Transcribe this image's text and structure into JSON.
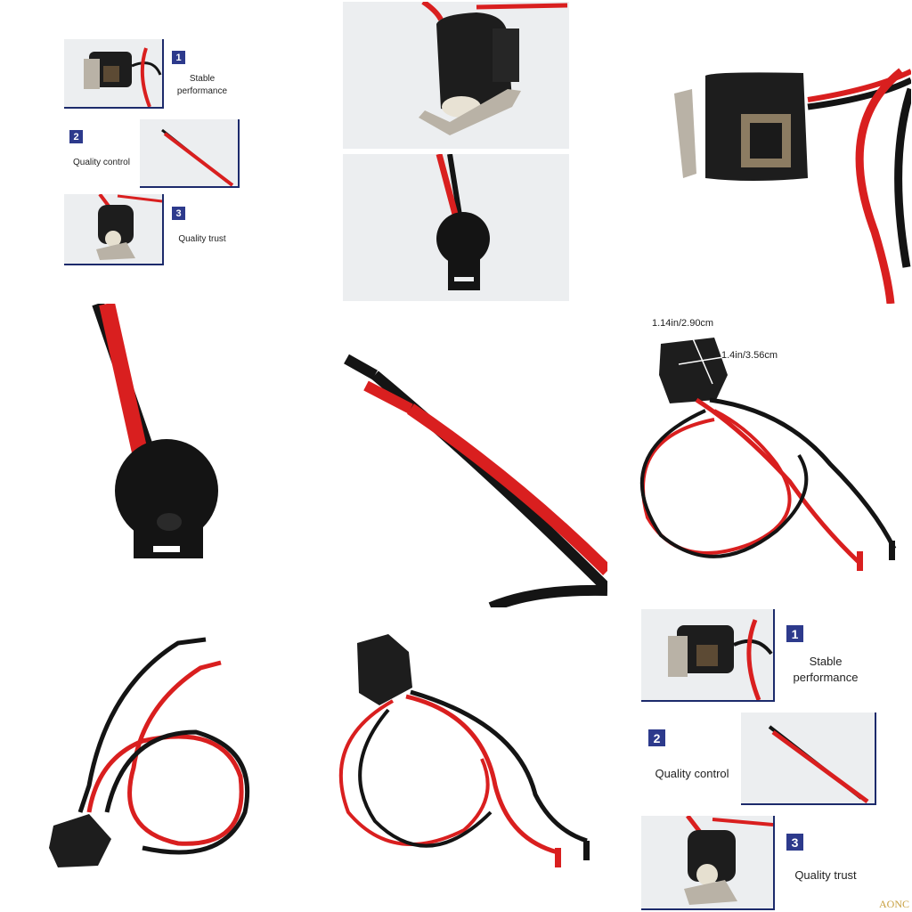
{
  "features_small": {
    "items": [
      {
        "num": "1",
        "label_lines": [
          "Stable",
          "performance"
        ]
      },
      {
        "num": "2",
        "label_lines": [
          "Quality control"
        ]
      },
      {
        "num": "3",
        "label_lines": [
          "Quality trust"
        ]
      }
    ]
  },
  "features_large": {
    "items": [
      {
        "num": "1",
        "label_lines": [
          "Stable",
          "performance"
        ]
      },
      {
        "num": "2",
        "label_lines": [
          "Quality control"
        ]
      },
      {
        "num": "3",
        "label_lines": [
          "Quality trust"
        ]
      }
    ]
  },
  "dimensions": {
    "height": "1.14in/2.90cm",
    "width": "1.4in/3.56cm"
  },
  "watermark": "AONC",
  "colors": {
    "wire_red": "#d91f1f",
    "wire_black": "#141414",
    "sensor_body": "#1d1d1d",
    "metal_clip": "#b9b2a6",
    "badge_blue": "#2d3a8c"
  }
}
